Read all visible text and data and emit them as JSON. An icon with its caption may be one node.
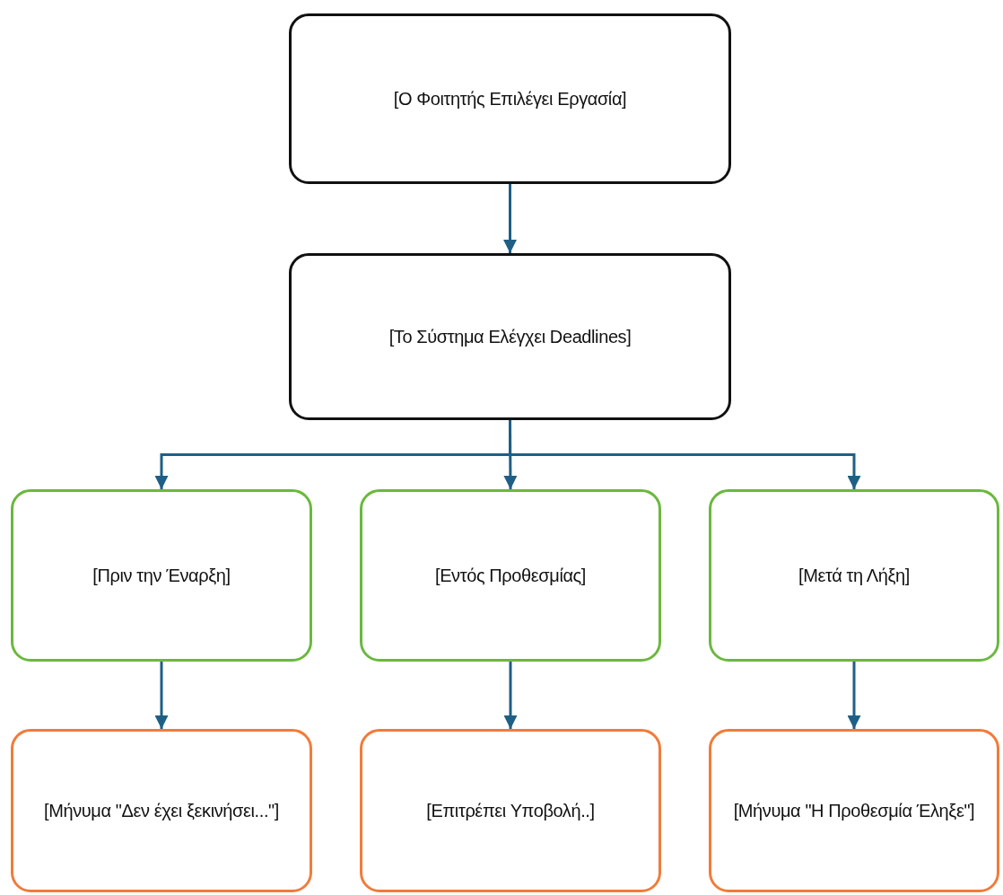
{
  "diagram": {
    "nodes": [
      {
        "text": [
          "[Ο Φοιτητής Επιλέγει Εργασία]"
        ]
      },
      {
        "text": [
          "[Το Σύστημα Ελέγχει Deadlines]"
        ]
      },
      {
        "text": [
          "[Πριν την Έναρξη]"
        ]
      },
      {
        "text": [
          "[Εντός Προθεσμίας]"
        ]
      },
      {
        "text": [
          "[Μετά τη Λήξη]"
        ]
      },
      {
        "text": [
          "[Μήνυμα \"Δεν έχει ξεκινήσει...\"]"
        ]
      },
      {
        "text": [
          "[Επιτρέπει Υποβολή..]"
        ]
      },
      {
        "text": [
          "[Μήνυμα \"Η Προθεσμία Έληξε\"]"
        ]
      }
    ],
    "edges": [
      {
        "from": 0,
        "to": 1,
        "arrow": "to"
      },
      {
        "from": 1,
        "to": 2,
        "arrow": "to"
      },
      {
        "from": 1,
        "to": 3,
        "arrow": "to"
      },
      {
        "from": 1,
        "to": 4,
        "arrow": "to"
      },
      {
        "from": 2,
        "to": 5,
        "arrow": "to"
      },
      {
        "from": 3,
        "to": 6,
        "arrow": "to"
      },
      {
        "from": 4,
        "to": 7,
        "arrow": "to"
      }
    ]
  }
}
